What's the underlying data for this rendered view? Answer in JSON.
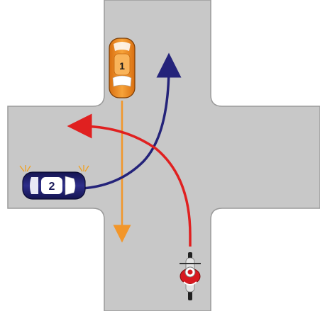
{
  "scene": {
    "road_color": "#c8c8c8",
    "road_edge_color": "#9a9a9a",
    "background_color": "#ffffff"
  },
  "vehicles": [
    {
      "id": "car-1",
      "label": "1",
      "type": "car",
      "color": "#f28c1e",
      "heading": "south"
    },
    {
      "id": "car-2",
      "label": "2",
      "type": "car",
      "color": "#1f1f6e",
      "heading": "east",
      "turn_signal": "left"
    },
    {
      "id": "motorcycle",
      "label": "",
      "type": "motorcycle",
      "color": "#d71920",
      "heading": "north"
    }
  ],
  "paths": [
    {
      "vehicle": "car-1",
      "maneuver": "straight",
      "color": "#f2962a"
    },
    {
      "vehicle": "car-2",
      "maneuver": "left-turn",
      "color": "#24237a"
    },
    {
      "vehicle": "motorcycle",
      "maneuver": "left-turn",
      "color": "#e02020"
    }
  ]
}
